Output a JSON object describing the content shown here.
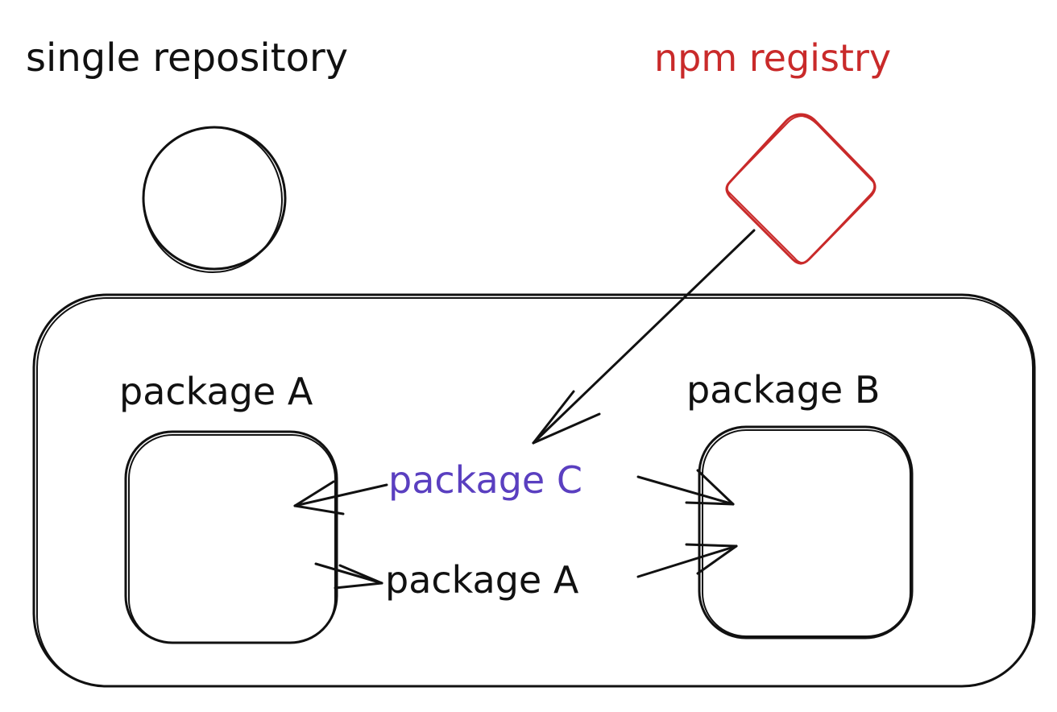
{
  "labels": {
    "single_repository": "single repository",
    "npm_registry": "npm registry",
    "package_a_title": "package A",
    "package_b_title": "package B",
    "package_c_flow": "package C",
    "package_a_flow": "package A"
  },
  "colors": {
    "ink": "#111111",
    "registry": "#c92a2a",
    "package_c": "#5a3fc0"
  }
}
